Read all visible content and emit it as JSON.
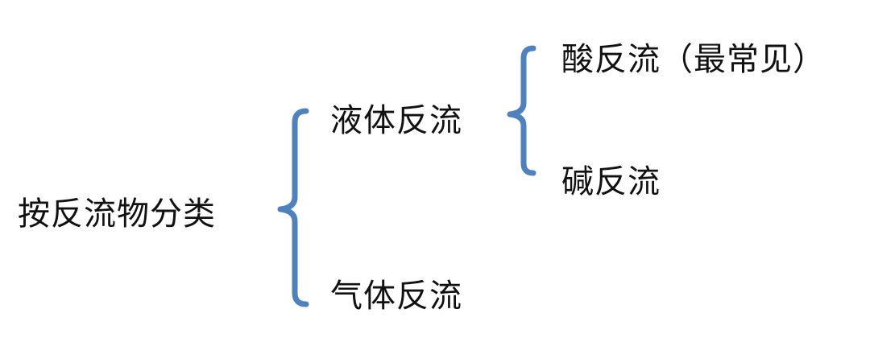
{
  "root": {
    "label": "按反流物分类"
  },
  "branches": [
    {
      "label": "液体反流",
      "children": [
        {
          "label": "酸反流（最常见）"
        },
        {
          "label": "碱反流"
        }
      ]
    },
    {
      "label": "气体反流"
    }
  ],
  "colors": {
    "bracket": "#4f81bd",
    "text": "#111111",
    "background": "#ffffff"
  }
}
